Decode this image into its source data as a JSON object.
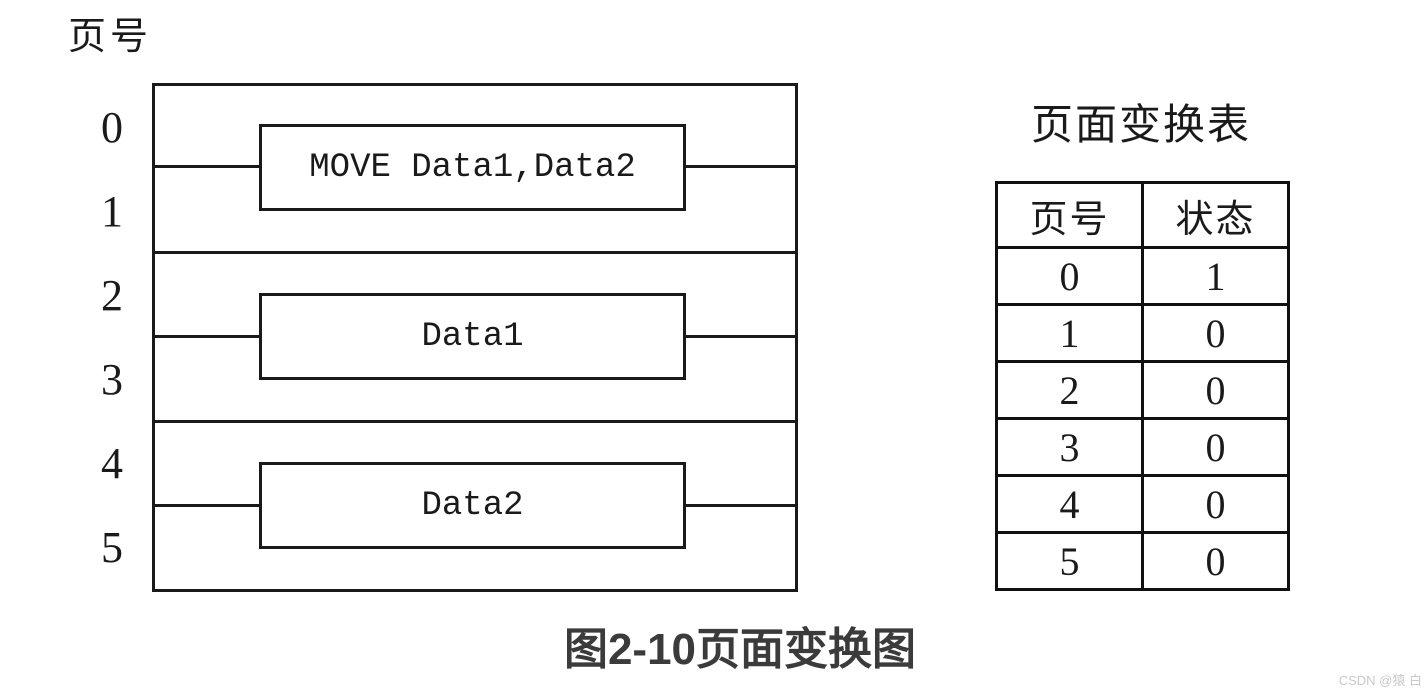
{
  "page_label": "页号",
  "memory": {
    "page_numbers": [
      "0",
      "1",
      "2",
      "3",
      "4",
      "5"
    ],
    "blocks": [
      {
        "label": "MOVE Data1,Data2"
      },
      {
        "label": "Data1"
      },
      {
        "label": "Data2"
      }
    ]
  },
  "table": {
    "title": "页面变换表",
    "headers": [
      "页号",
      "状态"
    ],
    "rows": [
      {
        "page": "0",
        "status": "1"
      },
      {
        "page": "1",
        "status": "0"
      },
      {
        "page": "2",
        "status": "0"
      },
      {
        "page": "3",
        "status": "0"
      },
      {
        "page": "4",
        "status": "0"
      },
      {
        "page": "5",
        "status": "0"
      }
    ]
  },
  "caption": "图2-10页面变换图",
  "watermark": "CSDN @猿 白",
  "colors": {
    "line": "#1a1a1a",
    "caption_text": "#3b3b3b",
    "watermark_text": "#c9c9cc",
    "background": "#ffffff"
  }
}
